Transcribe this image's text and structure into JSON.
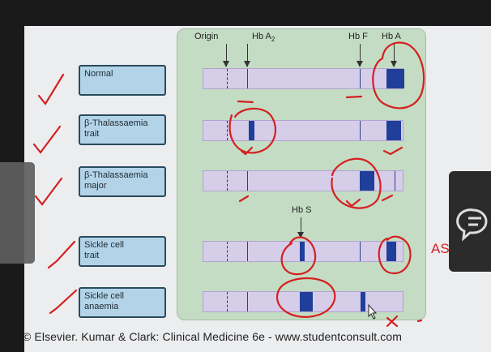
{
  "columns": {
    "origin": "Origin",
    "hba2": "Hb A",
    "hba2_sub": "2",
    "hbf": "Hb F",
    "hba": "Hb A",
    "hbs": "Hb S"
  },
  "rows": [
    {
      "label": "Normal"
    },
    {
      "label": "β-Thalassaemia\ntrait"
    },
    {
      "label": "β-Thalassaemia\nmajor"
    },
    {
      "label": "Sickle cell\ntrait"
    },
    {
      "label": "Sickle cell\nanaemia"
    }
  ],
  "annotations": {
    "as_note": "AS"
  },
  "caption": "© Elsevier. Kumar & Clark: Clinical Medicine 6e - www.studentconsult.com",
  "colors": {
    "band": "#1f3f9a",
    "strip": "#d6cde9",
    "panel": "#c4dcc4",
    "label_box": "#b3d4e8",
    "ink": "#d42020"
  },
  "icons": {
    "chat": "speech-bubble-icon"
  }
}
